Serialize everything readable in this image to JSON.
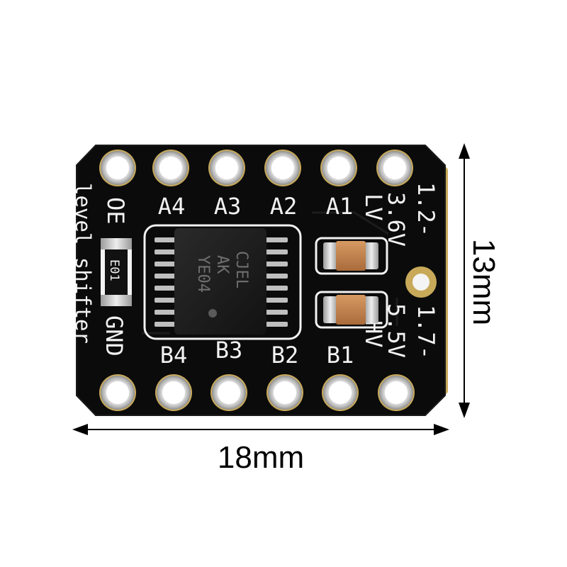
{
  "board": {
    "top_labels": [
      "A4",
      "A3",
      "A2",
      "A1"
    ],
    "bottom_labels": [
      "B4",
      "B3",
      "B2",
      "B1"
    ],
    "left_top_label": "OE",
    "left_bottom_label": "GND",
    "left_side_text": "level shifter",
    "right_top_label": "LV",
    "right_bottom_label": "HV",
    "right_top_voltage": "3.6V",
    "right_bottom_voltage": "5.5V",
    "right_edge_top": "1.2-",
    "right_edge_bottom": "1.7-",
    "chip_line1": "YE04",
    "chip_line2": "AK",
    "chip_line3": "CJEL",
    "resistor_code": "E01"
  },
  "dimensions": {
    "width_label": "18mm",
    "height_label": "13mm"
  },
  "colors": {
    "pcb": "#0a0a0a",
    "pad_gold": "#c8a95a",
    "pad_silver": "#d9d9d9",
    "cap_body": "#c98a52",
    "chip_body": "#1e1e1e"
  }
}
